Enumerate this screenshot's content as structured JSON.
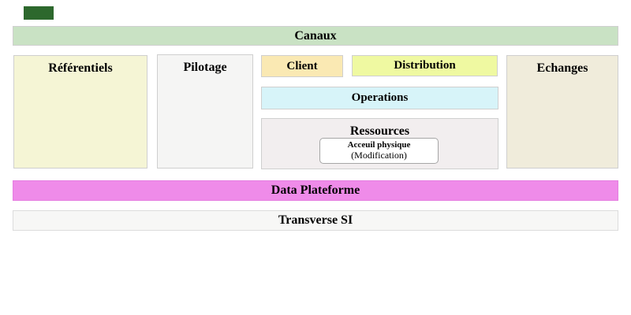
{
  "diagram": {
    "legend_swatch": {
      "color": "#2d682d"
    },
    "bars": {
      "canaux": {
        "label": "Canaux",
        "fill": "#c9e2c4"
      },
      "data_plateforme": {
        "label": "Data Plateforme",
        "fill": "#ef8be9"
      },
      "transverse_si": {
        "label": "Transverse SI",
        "fill": "#f7f7f6"
      }
    },
    "boxes": {
      "referentiels": {
        "label": "Référentiels",
        "fill": "#f5f5d5"
      },
      "pilotage": {
        "label": "Pilotage",
        "fill": "#f5f5f4"
      },
      "client": {
        "label": "Client",
        "fill": "#fae9b3"
      },
      "distribution": {
        "label": "Distribution",
        "fill": "#eff9a1"
      },
      "operations": {
        "label": "Operations",
        "fill": "#d7f4f9"
      },
      "ressources": {
        "label": "Ressources",
        "fill": "#f2eeef"
      },
      "echanges": {
        "label": "Echanges",
        "fill": "#f0ecdb"
      },
      "acceuil": {
        "title": "Acceuil physique",
        "subtitle": "(Modification)",
        "fill": "#ffffff"
      }
    }
  }
}
